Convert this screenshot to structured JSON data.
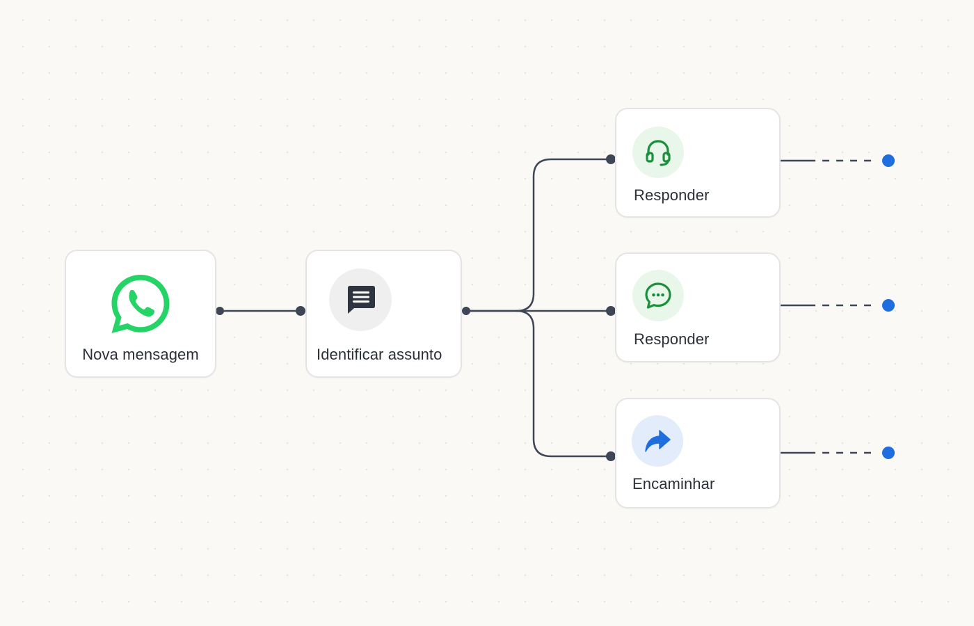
{
  "workflow": {
    "nodes": {
      "trigger": {
        "label": "Nova mensagem",
        "icon": "whatsapp-icon"
      },
      "classify": {
        "label": "Identificar assunto",
        "icon": "message-square-icon"
      },
      "reply_support": {
        "label": "Responder",
        "icon": "headset-icon"
      },
      "reply_chat": {
        "label": "Responder",
        "icon": "chat-dots-icon"
      },
      "forward": {
        "label": "Encaminhar",
        "icon": "forward-arrow-icon"
      }
    },
    "colors": {
      "canvas_background": "#faf9f6",
      "node_border": "#e4e4e4",
      "connector": "#3f4656",
      "pending_output_dot": "#1f6ee0",
      "whatsapp_green": "#25d366",
      "reply_icon_green": "#1a8f3c",
      "reply_icon_background": "#e8f7ea",
      "forward_icon_blue": "#1f6ee0",
      "forward_icon_background": "#e3ecfb",
      "classify_icon_background": "#efefef",
      "classify_icon": "#2f3540"
    }
  }
}
